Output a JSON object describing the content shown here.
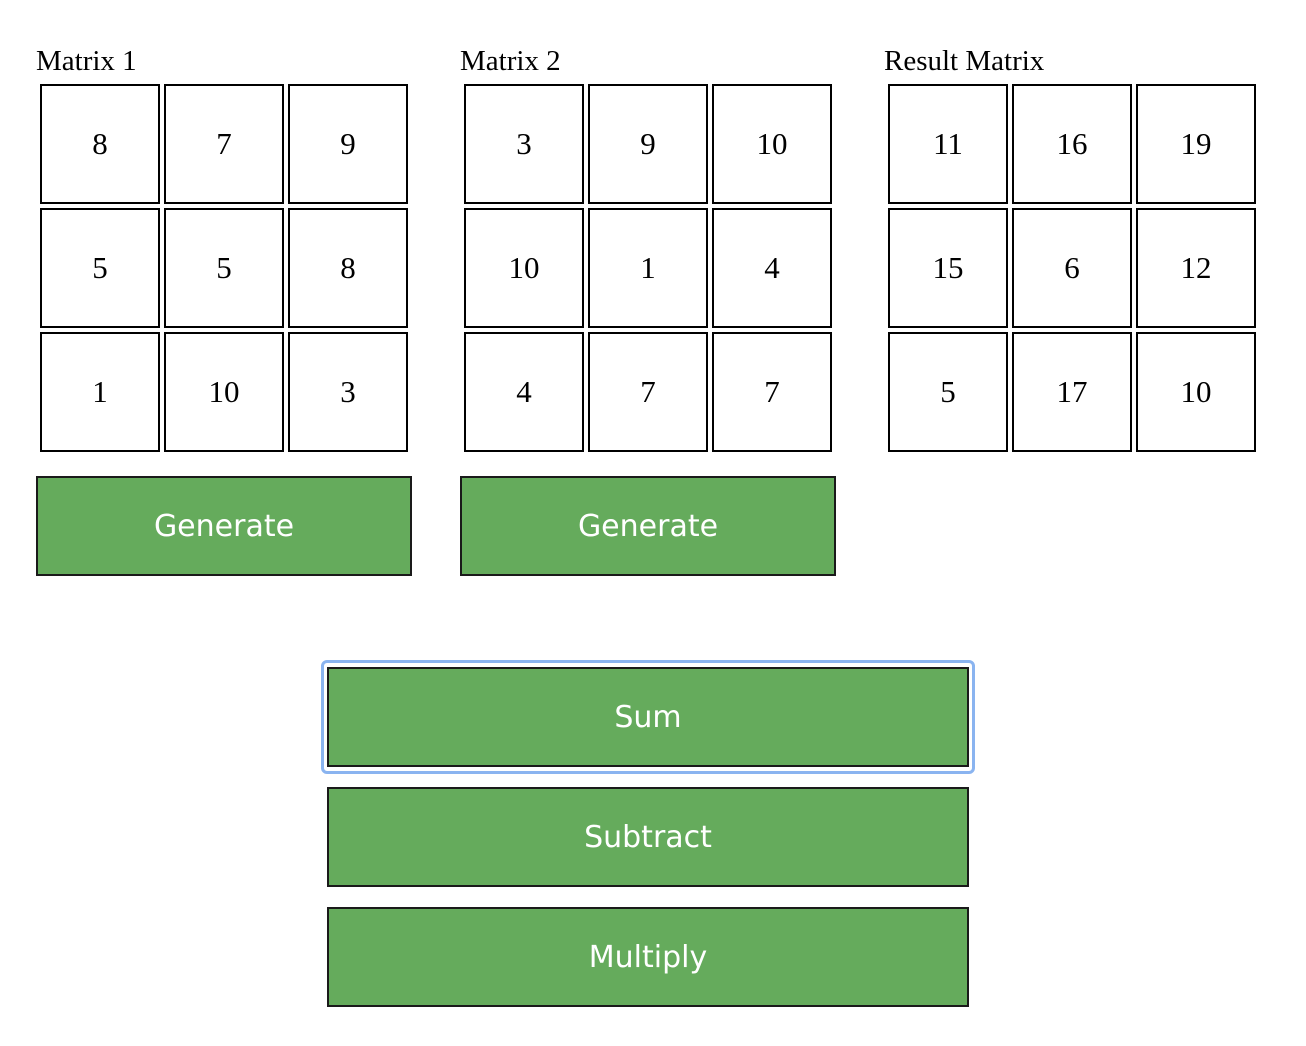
{
  "matrix1": {
    "title": "Matrix 1",
    "cells": [
      [
        "8",
        "7",
        "9"
      ],
      [
        "5",
        "5",
        "8"
      ],
      [
        "1",
        "10",
        "3"
      ]
    ],
    "generate_label": "Generate"
  },
  "matrix2": {
    "title": "Matrix 2",
    "cells": [
      [
        "3",
        "9",
        "10"
      ],
      [
        "10",
        "1",
        "4"
      ],
      [
        "4",
        "7",
        "7"
      ]
    ],
    "generate_label": "Generate"
  },
  "result": {
    "title": "Result Matrix",
    "cells": [
      [
        "11",
        "16",
        "19"
      ],
      [
        "15",
        "6",
        "12"
      ],
      [
        "5",
        "17",
        "10"
      ]
    ]
  },
  "operations": {
    "sum_label": "Sum",
    "subtract_label": "Subtract",
    "multiply_label": "Multiply",
    "focused": "sum"
  },
  "colors": {
    "button_green": "#65ab5c",
    "focus_ring": "#8ab4f0"
  }
}
